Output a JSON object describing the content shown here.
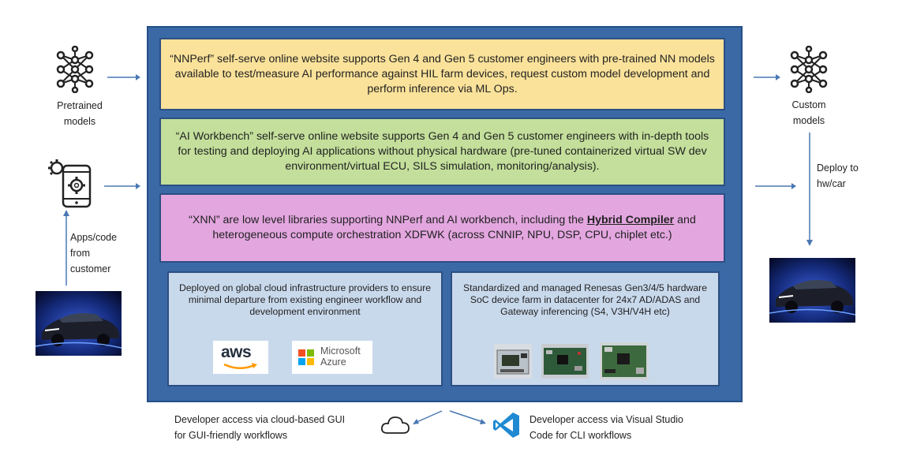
{
  "bands": [
    {
      "text": "“NNPerf” self-serve online website supports Gen 4 and Gen 5 customer engineers with pre-trained NN models available to test/measure AI performance against HIL farm devices, request custom model development and perform inference via ML Ops."
    },
    {
      "text": "“AI Workbench” self-serve online website supports Gen 4 and Gen 5 customer engineers with in-depth tools for testing and deploying AI applications without physical hardware (pre-tuned containerized virtual SW dev environment/virtual ECU, SILS simulation, monitoring/analysis)."
    },
    {
      "text_before": "“XNN” are low level libraries supporting NNPerf and AI workbench, including the ",
      "highlight": "Hybrid Compiler",
      "text_after": " and heterogeneous compute orchestration XDFWK (across CNNIP, NPU, DSP, CPU, chiplet etc.)"
    }
  ],
  "panels": {
    "cloud": {
      "text": "Deployed on global cloud infrastructure providers to ensure minimal departure from existing engineer workflow and development environment",
      "logos": [
        {
          "name": "aws",
          "text": "aws",
          "icon": "aws-logo"
        },
        {
          "name": "azure",
          "text_line1": "Microsoft",
          "text_line2": "Azure",
          "icon": "microsoft-logo"
        }
      ]
    },
    "hardware": {
      "text": "Standardized and managed Renesas Gen3/4/5 hardware SoC device farm in datacenter for 24x7 AD/ADAS and Gateway inferencing (S4, V3H/V4H etc)",
      "boards": [
        "board-1",
        "board-2",
        "board-3"
      ]
    }
  },
  "left": {
    "pretrained_line1": "Pretrained",
    "pretrained_line2": "models",
    "apps_line1": "Apps/code",
    "apps_line2": "from",
    "apps_line3": "customer"
  },
  "right": {
    "custom_line1": "Custom",
    "custom_line2": "models",
    "deploy_line1": "Deploy to",
    "deploy_line2": "hw/car"
  },
  "bottom": {
    "gui_line1": "Developer access via cloud-based GUI",
    "gui_line2": "for GUI-friendly workflows",
    "cli_line1": "Developer access via Visual Studio",
    "cli_line2": "Code for CLI workflows"
  },
  "colors": {
    "main_box": "#3a69a6",
    "band_yellow": "#fbe29a",
    "band_green": "#c3df9b",
    "band_pink": "#e3a6df",
    "panel": "#c9d9ec",
    "arrow": "#4a78b3",
    "vscode": "#1f8ad2"
  },
  "icons": [
    "neural-network-icon",
    "phone-gear-icon",
    "car-image",
    "cloud-icon",
    "vscode-icon"
  ]
}
